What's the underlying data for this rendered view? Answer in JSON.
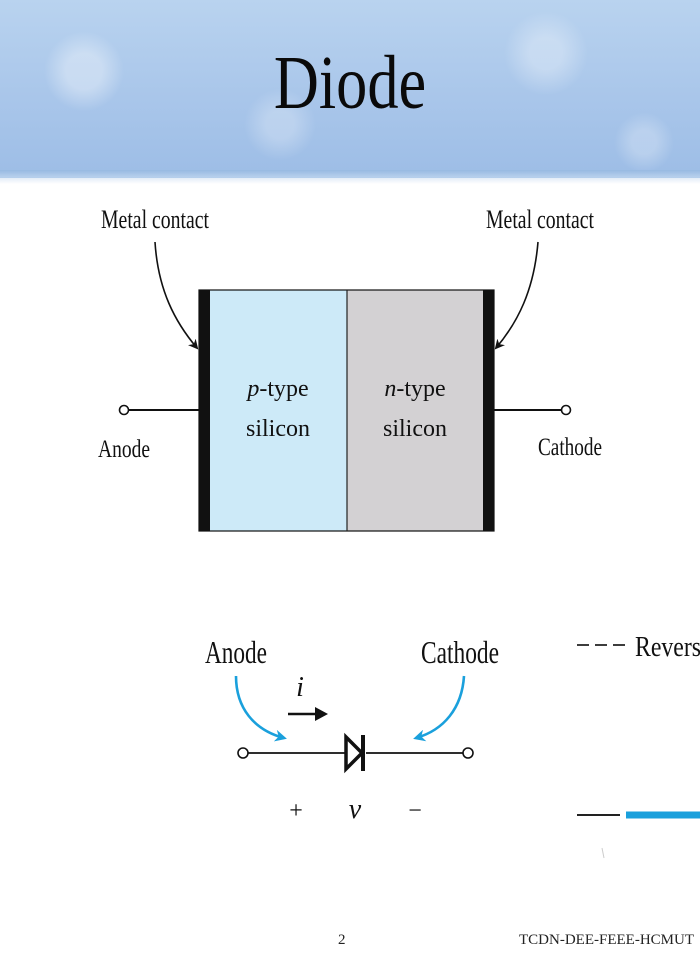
{
  "slide": {
    "title": "Diode",
    "page_number": "2",
    "footer_code": "TCDN-DEE-FEEE-HCMUT"
  },
  "structure": {
    "left_contact_label": "Metal contact",
    "right_contact_label": "Metal contact",
    "p_region_italic": "p",
    "p_region_suffix": "-type",
    "p_region_line2": "silicon",
    "n_region_italic": "n",
    "n_region_suffix": "-type",
    "n_region_line2": "silicon",
    "anode_label": "Anode",
    "cathode_label": "Cathode"
  },
  "symbol": {
    "anode_label": "Anode",
    "cathode_label": "Cathode",
    "current_label": "i",
    "plus_sign": "+",
    "voltage_label": "v",
    "minus_sign": "−",
    "legend_text": "Revers"
  },
  "colors": {
    "p_region": "#cdeaf8",
    "n_region": "#d3d1d3",
    "accent_blue": "#1aa0dc",
    "contact": "#111111"
  }
}
